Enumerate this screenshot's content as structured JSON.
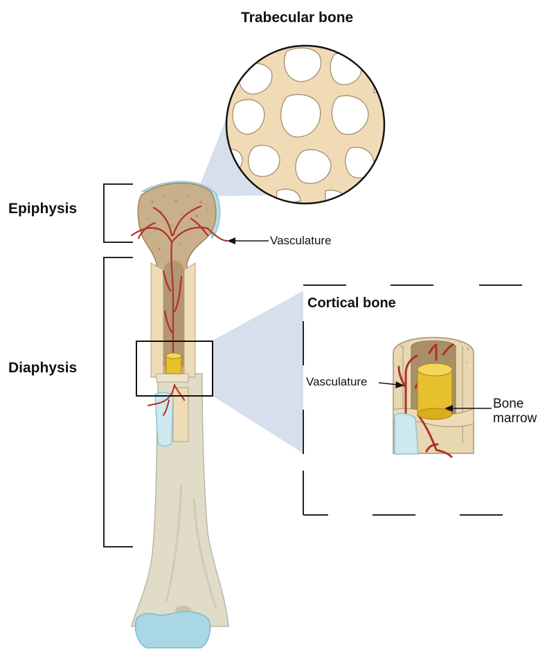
{
  "labels": {
    "trabecular_bone": "Trabecular bone",
    "epiphysis": "Epiphysis",
    "diaphysis": "Diaphysis",
    "cortical_bone": "Cortical bone",
    "vasculature_main": "Vasculature",
    "vasculature_inset": "Vasculature",
    "bone_marrow_line1": "Bone",
    "bone_marrow_line2": "marrow"
  },
  "colors": {
    "bone_shaft": "#e0dcc8",
    "spongy_bone": "#c9b08a",
    "cortical": "#eddcb6",
    "cartilage": "#b6dde8",
    "periosteum": "#cde8ee",
    "vessel": "#b03028",
    "marrow": "#e7c02e",
    "zoom_wedge": "#d3dcea",
    "trabecular_fill": "#f0dbb6"
  }
}
